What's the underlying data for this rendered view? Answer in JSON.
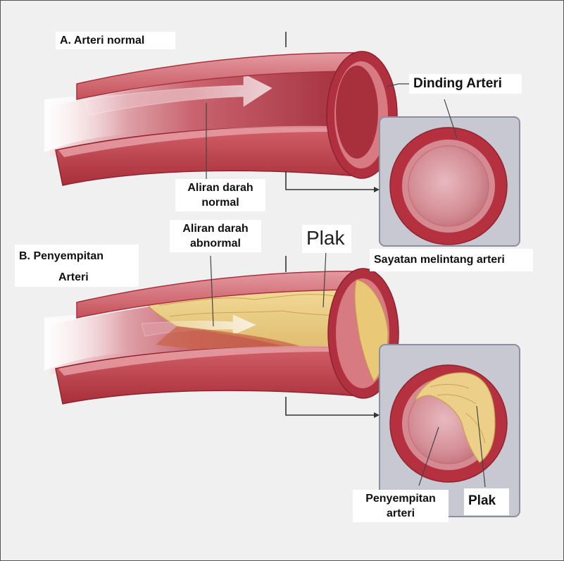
{
  "labels": {
    "section_a": "A. Arteri normal",
    "dinding_arteri": "Dinding Arteri",
    "aliran_normal_line1": "Aliran darah",
    "aliran_normal_line2": "normal",
    "aliran_abnormal_line1": "Aliran darah",
    "aliran_abnormal_line2": "abnormal",
    "plak_top": "Plak",
    "section_b_line1": "B. Penyempitan",
    "section_b_line2": "Arteri",
    "sayatan": "Sayatan melintang arteri",
    "penyempitan_line1": "Penyempitan",
    "penyempitan_line2": "arteri",
    "plak_bottom": "Plak"
  },
  "colors": {
    "background": "#f0f0f0",
    "artery_outer": "#b8303c",
    "artery_wall": "#d8737a",
    "lumen": "#a8303d",
    "plaque": "#e8cc80",
    "panel": "#c8c9d2",
    "leader": "#333333"
  }
}
